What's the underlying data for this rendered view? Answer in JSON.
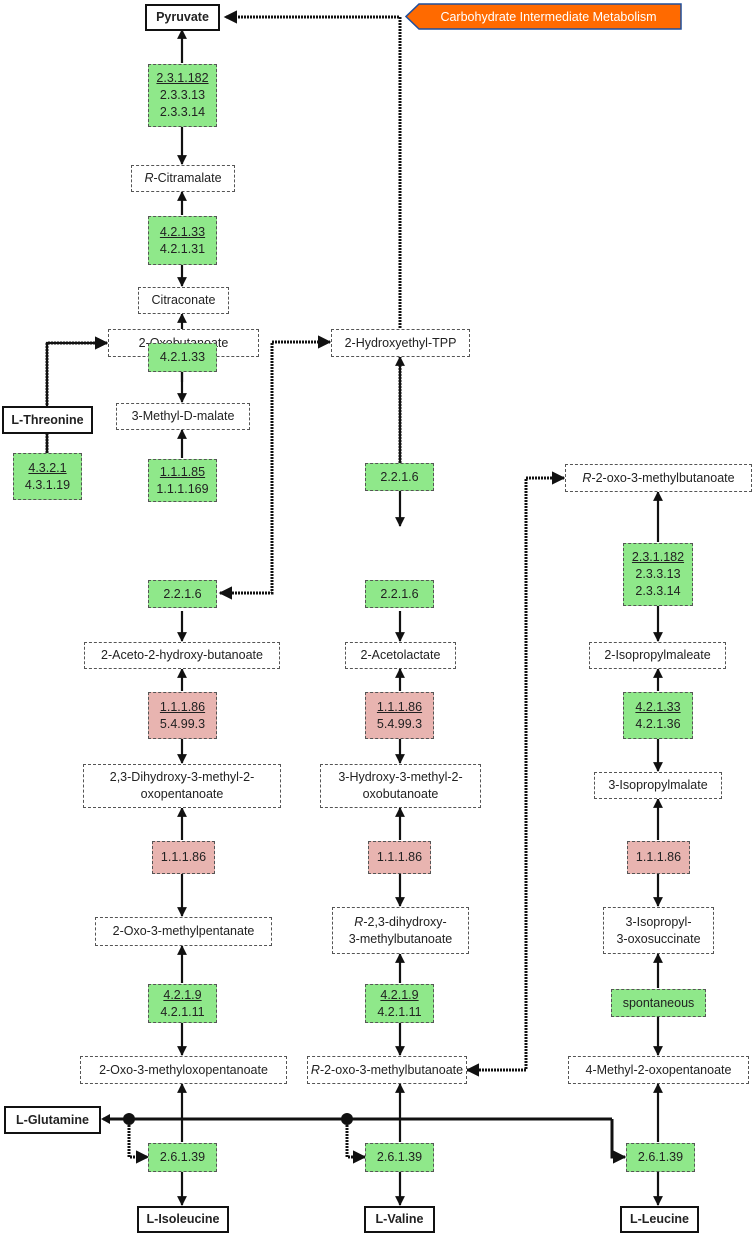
{
  "banner": {
    "label": "Carbohydrate Intermediate Metabolism",
    "color": "#ff6a00",
    "border": "#1f4e9c"
  },
  "colors": {
    "enzyme_green": "#8fe88a",
    "enzyme_red": "#e8b4b0"
  },
  "metabolites": {
    "pyruvate": "Pyruvate",
    "citramalate": {
      "prefix": "R",
      "name": "-Citramalate"
    },
    "citraconate": "Citraconate",
    "methyl_d_malate": "3-Methyl-D-malate",
    "l_threonine": "L-Threonine",
    "oxobutanoate": "2-Oxobutanoate",
    "hydroxyethyl_tpp": "2-Hydroxyethyl-TPP",
    "r_oxo_top": {
      "prefix": "R",
      "name": "-2-oxo-3-methylbutanoate"
    },
    "aceto_hydroxy": "2-Aceto-2-hydroxy-butanoate",
    "acetolactate": "2-Acetolactate",
    "isopropylmaleate": "2-Isopropylmaleate",
    "dihydroxy_oxopent": [
      "2,3-Dihydroxy-3-methyl-2-",
      "oxopentanoate"
    ],
    "hydroxy_oxobut": [
      "3-Hydroxy-3-methyl-2-",
      "oxobutanoate"
    ],
    "isopropylmalate": "3-Isopropylmalate",
    "oxo_methylpent": "2-Oxo-3-methylpentanate",
    "r_dihydroxy": {
      "prefix": "R",
      "line1": "-2,3-dihydroxy-",
      "line2": "3-methylbutanoate"
    },
    "isopropyl_oxosucc": [
      "3-Isopropyl-",
      "3-oxosuccinate"
    ],
    "oxo_methyloxopent": "2-Oxo-3-methyloxopentanoate",
    "r_oxo_bottom": {
      "prefix": "R",
      "name": "-2-oxo-3-methylbutanoate"
    },
    "methyl_oxopent": "4-Methyl-2-oxopentanoate",
    "l_glutamine": "L-Glutamine",
    "l_isoleucine": "L-Isoleucine",
    "l_valine": "L-Valine",
    "l_leucine": "L-Leucine"
  },
  "enzymes": {
    "e_pyr": [
      "2.3.1.182",
      "2.3.3.13",
      "2.3.3.14"
    ],
    "e_citram": [
      "4.2.1.33",
      "4.2.1.31"
    ],
    "e_citrac": [
      "4.2.1.33"
    ],
    "e_thr": [
      "4.3.2.1",
      "4.3.1.19"
    ],
    "e_mdm": [
      "1.1.1.85",
      "1.1.1.169"
    ],
    "e_hetpp_top": [
      "2.2.1.6"
    ],
    "e_leu_top": [
      "2.3.1.182",
      "2.3.3.13",
      "2.3.3.14"
    ],
    "e_c1_226": [
      "2.2.1.6"
    ],
    "e_c2_226": [
      "2.2.1.6"
    ],
    "e_c1_red1": [
      "1.1.1.86",
      "5.4.99.3"
    ],
    "e_c2_red1": [
      "1.1.1.86",
      "5.4.99.3"
    ],
    "e_c3_4233": [
      "4.2.1.33",
      "4.2.1.36"
    ],
    "e_c1_red2": [
      "1.1.1.86"
    ],
    "e_c2_red2": [
      "1.1.1.86"
    ],
    "e_c3_red2": [
      "1.1.1.86"
    ],
    "e_c1_419": [
      "4.2.1.9",
      "4.2.1.11"
    ],
    "e_c2_419": [
      "4.2.1.9",
      "4.2.1.11"
    ],
    "e_c3_spont": [
      "spontaneous"
    ],
    "e_c1_2639": [
      "2.6.1.39"
    ],
    "e_c2_2639": [
      "2.6.1.39"
    ],
    "e_c3_2639": [
      "2.6.1.39"
    ]
  }
}
